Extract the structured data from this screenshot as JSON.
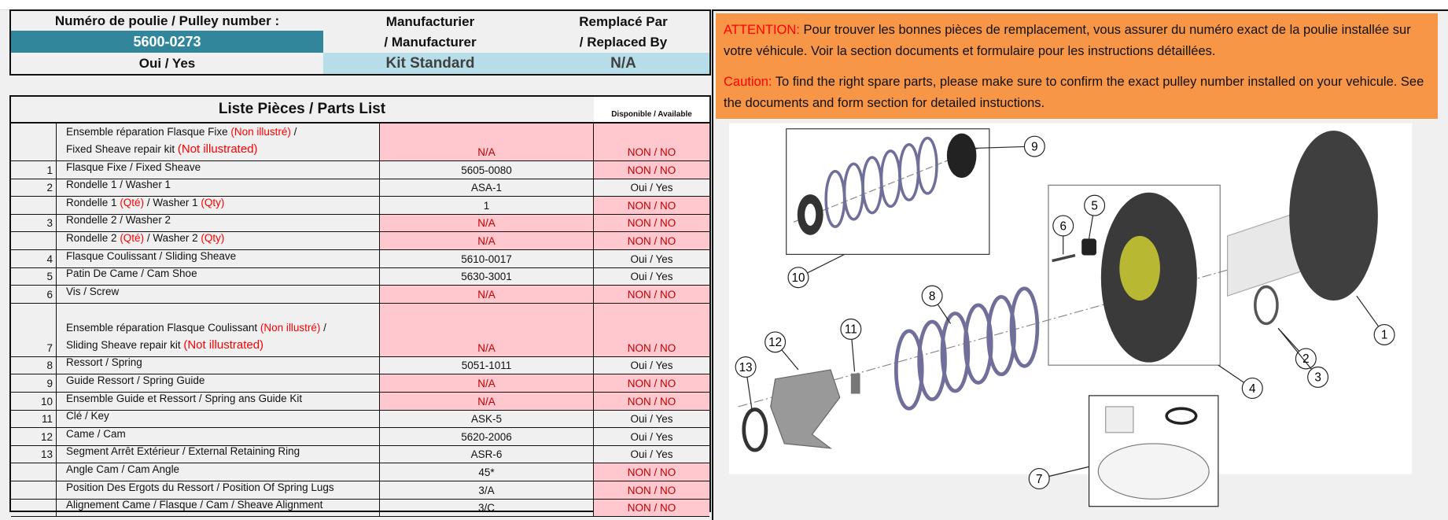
{
  "header": {
    "pulley_label": "Numéro de poulie / Pulley number :",
    "pulley_number": "5600-0273",
    "pulley_status": "Oui / Yes",
    "manufacturer_label_1": "Manufacturier",
    "manufacturer_label_2": "/ Manufacturer",
    "manufacturer_value": "Kit Standard",
    "replaced_label_1": "Remplacé Par",
    "replaced_label_2": "/ Replaced By",
    "replaced_value": "N/A"
  },
  "parts_list": {
    "title": "Liste Pièces / Parts List",
    "available_header": "Disponible / Available",
    "rows": [
      {
        "num": "",
        "size": "tall",
        "lines": [
          [
            {
              "t": "Ensemble réparation Flasque Fixe "
            },
            {
              "t": "(Non illustré)",
              "red": true
            },
            {
              "t": " /"
            }
          ],
          [
            {
              "t": "Fixed Sheave repair kit "
            },
            {
              "t": "(Not illustrated)",
              "red": true,
              "big": true
            }
          ]
        ],
        "part": "N/A",
        "part_na": true,
        "available": "NON / NO",
        "avail_no": true
      },
      {
        "num": "1",
        "lines": [
          [
            {
              "t": "Flasque Fixe / Fixed Sheave"
            }
          ]
        ],
        "part": "5605-0080",
        "part_na": false,
        "available": "NON / NO",
        "avail_no": true
      },
      {
        "num": "2",
        "lines": [
          [
            {
              "t": "Rondelle 1 / Washer 1"
            }
          ]
        ],
        "part": "ASA-1",
        "part_na": false,
        "available": "Oui / Yes",
        "avail_no": false
      },
      {
        "num": "",
        "lines": [
          [
            {
              "t": "Rondelle 1 "
            },
            {
              "t": "(Qté)",
              "red": true
            },
            {
              "t": " / Washer 1 "
            },
            {
              "t": "(Qty)",
              "red": true
            }
          ]
        ],
        "part": "1",
        "part_na": false,
        "available": "NON / NO",
        "avail_no": true
      },
      {
        "num": "3",
        "lines": [
          [
            {
              "t": "Rondelle 2 / Washer 2"
            }
          ]
        ],
        "part": "N/A",
        "part_na": true,
        "available": "NON / NO",
        "avail_no": true
      },
      {
        "num": "",
        "lines": [
          [
            {
              "t": "Rondelle 2 "
            },
            {
              "t": "(Qté)",
              "red": true
            },
            {
              "t": " / Washer 2 "
            },
            {
              "t": "(Qty)",
              "red": true
            }
          ]
        ],
        "part": "N/A",
        "part_na": true,
        "available": "NON / NO",
        "avail_no": true
      },
      {
        "num": "4",
        "lines": [
          [
            {
              "t": "Flasque Coulissant / Sliding Sheave"
            }
          ]
        ],
        "part": "5610-0017",
        "part_na": false,
        "available": "Oui / Yes",
        "avail_no": false
      },
      {
        "num": "5",
        "lines": [
          [
            {
              "t": "Patin De Came / Cam Shoe"
            }
          ]
        ],
        "part": "5630-3001",
        "part_na": false,
        "available": "Oui / Yes",
        "avail_no": false
      },
      {
        "num": "6",
        "lines": [
          [
            {
              "t": "Vis / Screw"
            }
          ]
        ],
        "part": "N/A",
        "part_na": true,
        "available": "NON / NO",
        "avail_no": true
      },
      {
        "num": "7",
        "size": "tall2",
        "lines": [
          [
            {
              "t": "Ensemble réparation Flasque Coulissant "
            },
            {
              "t": "(Non illustré)",
              "red": true
            },
            {
              "t": " /"
            }
          ],
          [
            {
              "t": "Sliding Sheave repair kit "
            },
            {
              "t": "(Not illustrated)",
              "red": true,
              "big": true
            }
          ]
        ],
        "part": "N/A",
        "part_na": true,
        "available": "NON / NO",
        "avail_no": true
      },
      {
        "num": "8",
        "lines": [
          [
            {
              "t": "Ressort / Spring"
            }
          ]
        ],
        "part": "5051-1011",
        "part_na": false,
        "available": "Oui / Yes",
        "avail_no": false
      },
      {
        "num": "9",
        "lines": [
          [
            {
              "t": "Guide Ressort / Spring Guide"
            }
          ]
        ],
        "part": "N/A",
        "part_na": true,
        "available": "NON / NO",
        "avail_no": true
      },
      {
        "num": "10",
        "lines": [
          [
            {
              "t": "Ensemble Guide et Ressort / Spring ans Guide Kit"
            }
          ]
        ],
        "part": "N/A",
        "part_na": true,
        "available": "NON / NO",
        "avail_no": true
      },
      {
        "num": "11",
        "lines": [
          [
            {
              "t": "Clé / Key"
            }
          ]
        ],
        "part": "ASK-5",
        "part_na": false,
        "available": "Oui / Yes",
        "avail_no": false
      },
      {
        "num": "12",
        "lines": [
          [
            {
              "t": "Came / Cam"
            }
          ]
        ],
        "part": "5620-2006",
        "part_na": false,
        "available": "Oui / Yes",
        "avail_no": false
      },
      {
        "num": "13",
        "lines": [
          [
            {
              "t": "Segment Arrêt Extérieur / External Retaining Ring"
            }
          ]
        ],
        "part": "ASR-6",
        "part_na": false,
        "available": "Oui / Yes",
        "avail_no": false
      },
      {
        "num": "",
        "lines": [
          [
            {
              "t": "Angle Cam / Cam Angle"
            }
          ]
        ],
        "part": "45*",
        "part_na": false,
        "available": "NON / NO",
        "avail_no": true
      },
      {
        "num": "",
        "lines": [
          [
            {
              "t": "Position Des Ergots du Ressort / Position Of Spring Lugs"
            }
          ]
        ],
        "part": "3/A",
        "part_na": false,
        "available": "NON / NO",
        "avail_no": true
      },
      {
        "num": "",
        "lines": [
          [
            {
              "t": "Alignement Came / Flasque / Cam / Sheave Alignment"
            }
          ]
        ],
        "part": "3/C",
        "part_na": false,
        "available": "NON / NO",
        "avail_no": true
      }
    ]
  },
  "notice": {
    "attention_label": "ATTENTION:",
    "attention_text": " Pour trouver les bonnes pièces de remplacement, vous assurer du numéro exact de la poulie installée sur votre véhicule. Voir la section documents et formulaire pour les instructions détaillées.",
    "caution_label": "Caution:",
    "caution_text": " To find the right spare parts, please make sure to confirm the exact pulley number installed on your vehicule. See the documents and form section for detailed instuctions."
  },
  "diagram": {
    "callouts": [
      "1",
      "2",
      "3",
      "4",
      "5",
      "6",
      "7",
      "8",
      "9",
      "10",
      "11",
      "12",
      "13"
    ]
  },
  "colors": {
    "header_teal": "#31869b",
    "light_blue": "#b7dee8",
    "pink": "#ffc7ce",
    "dark_red": "#c00000",
    "orange": "#f79646"
  }
}
